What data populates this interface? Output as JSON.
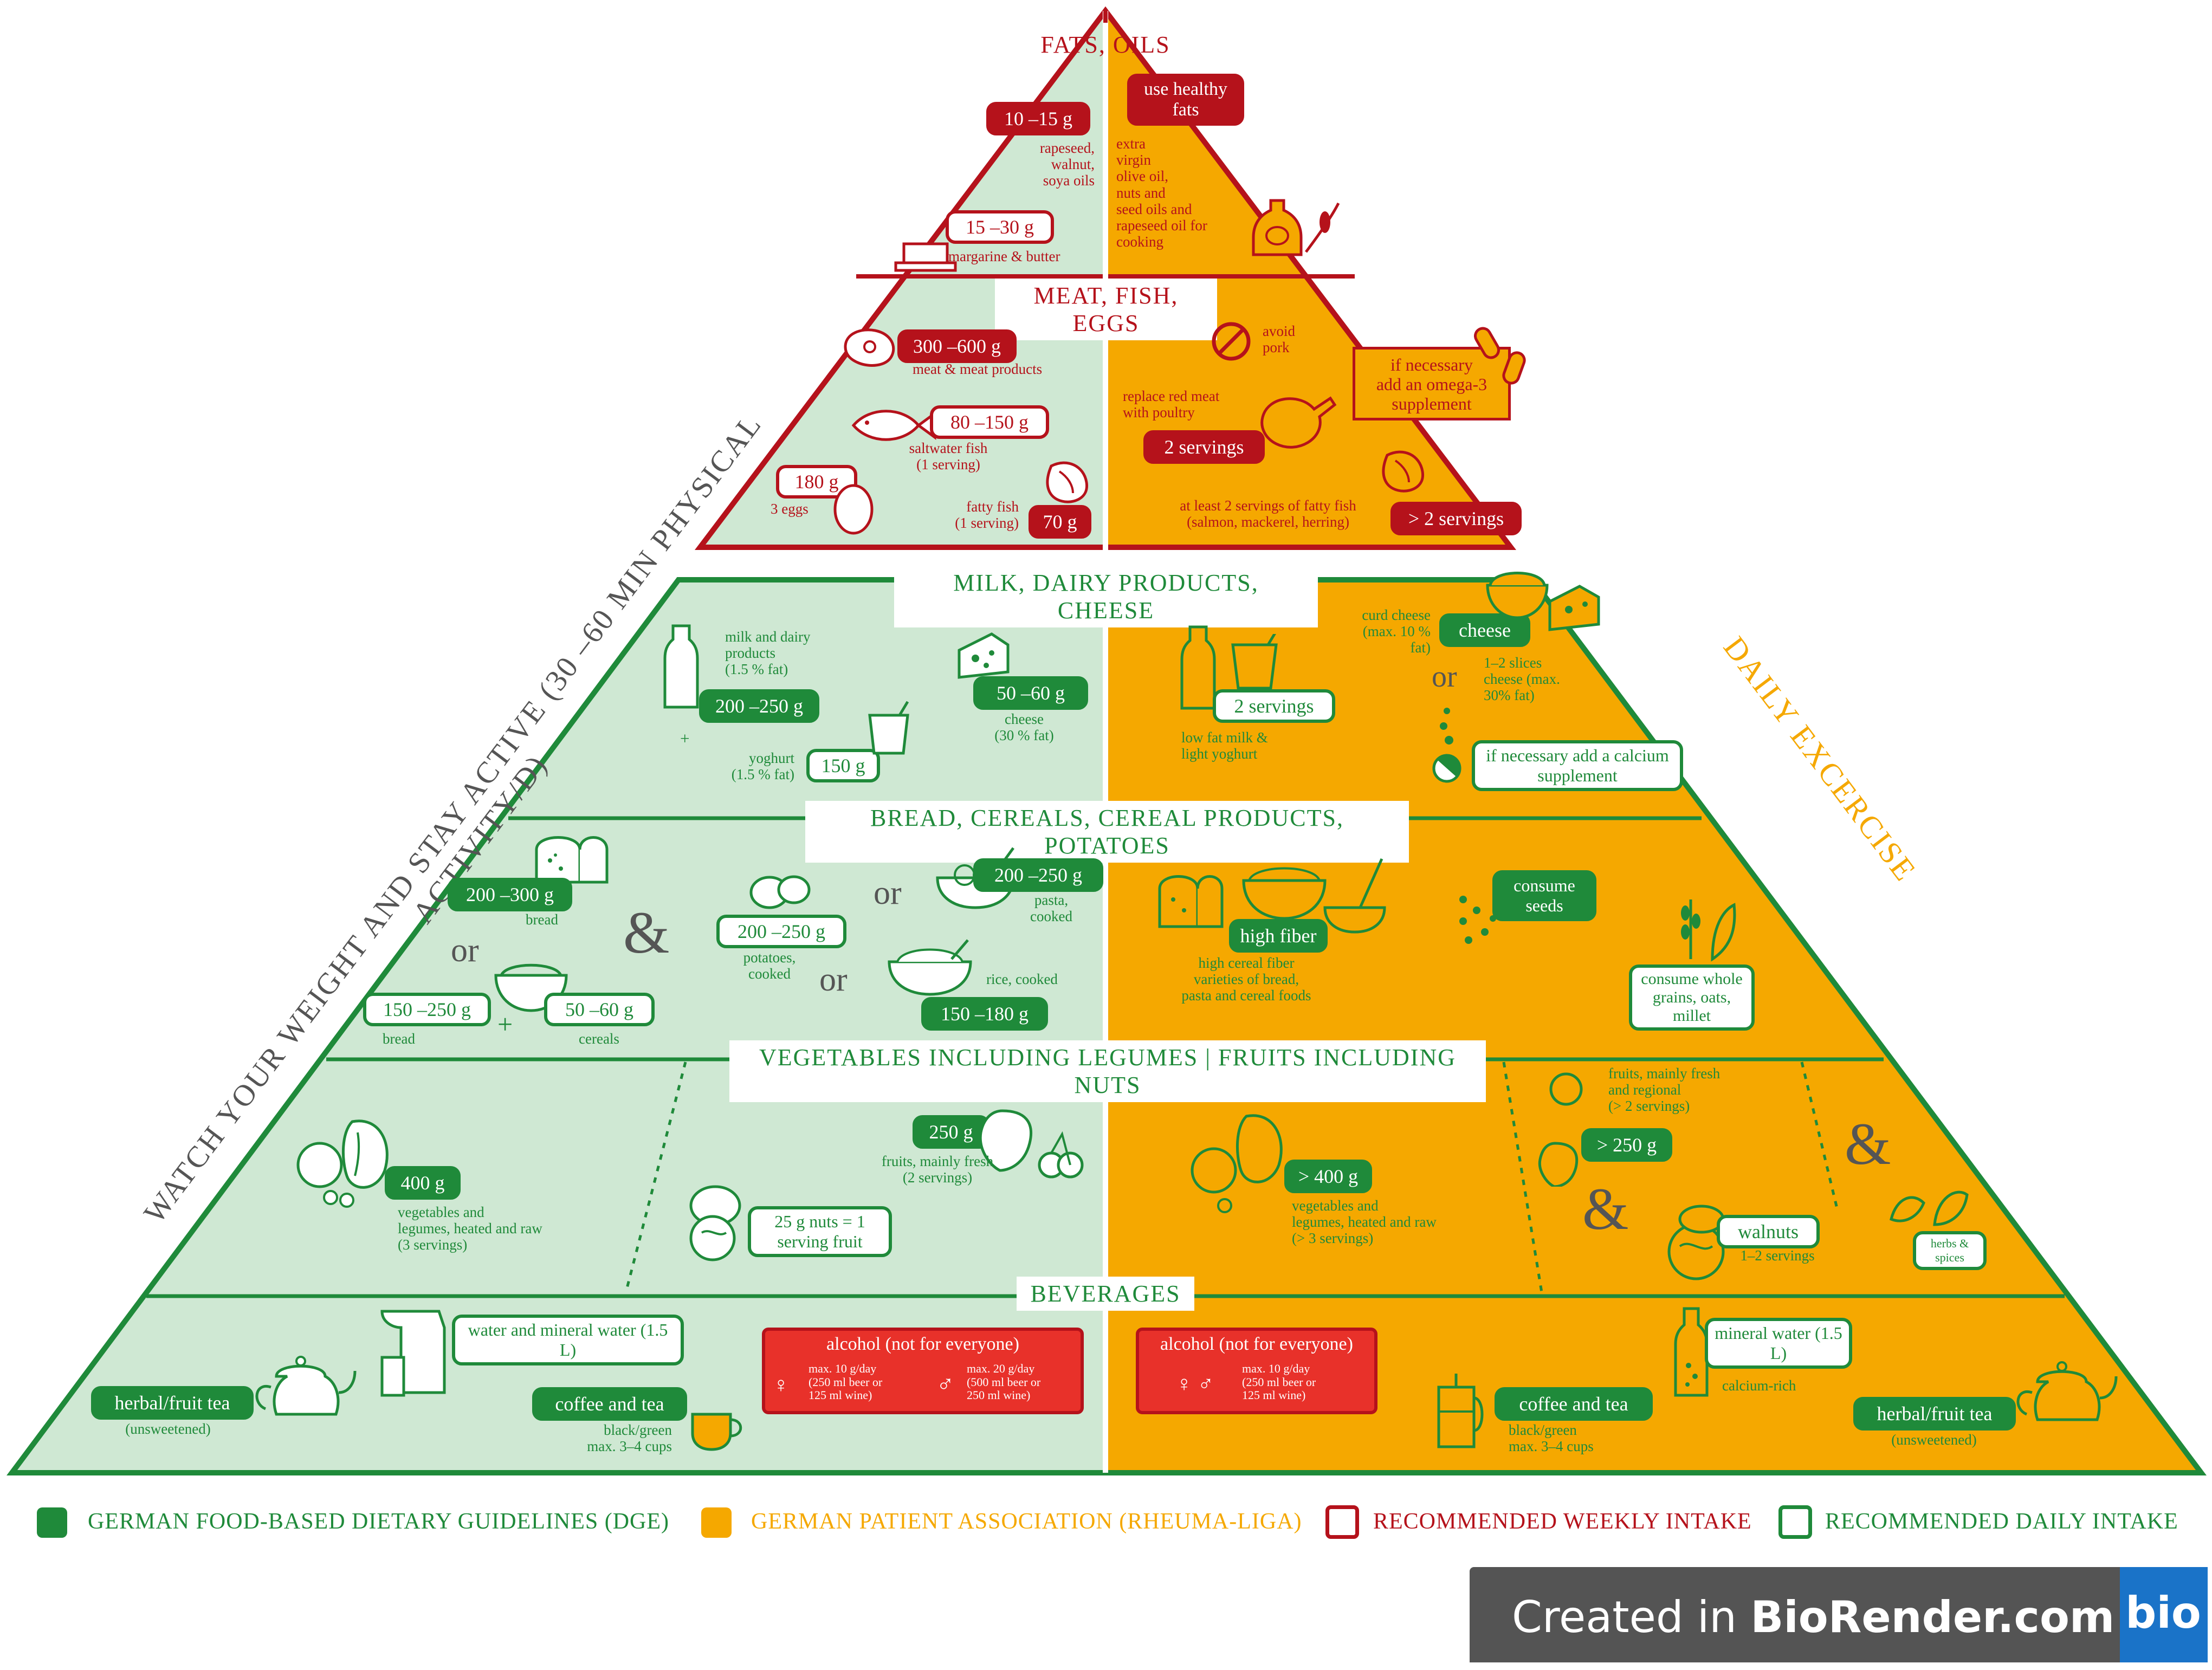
{
  "tiers": {
    "fats": {
      "header": "FATS, OILS",
      "dge_a_amount": "10 –15 g",
      "dge_a_text": "rapeseed,\nwalnut,\nsoya oils",
      "dge_b_amount": "15 –30 g",
      "dge_b_text": "margarine & butter",
      "rl_badge": "use healthy\nfats",
      "rl_text": "extra\nvirgin\nolive oil,\nnuts and\nseed oils and\nrapeseed oil for\ncooking"
    },
    "meat": {
      "header": "MEAT, FISH, EGGS",
      "meat_amount": "300 –600 g",
      "meat_text": "meat & meat products",
      "fish_amount": "80 –150 g",
      "fish_text": "saltwater fish\n(1 serving)",
      "eggs_amount": "180 g",
      "eggs_text": "3 eggs",
      "fatty_text": "fatty fish\n(1 serving)",
      "fatty_amount": "70 g",
      "avoid_text": "avoid\npork",
      "replace_text": "replace red meat\nwith poultry",
      "replace_badge": "2 servings",
      "omega_box": "if necessary\nadd an omega-3\nsupplement",
      "fattyfish_rl_text": "at least 2 servings of fatty fish\n(salmon, mackerel, herring)",
      "fattyfish_rl_badge": "> 2 servings"
    },
    "dairy": {
      "header": "MILK, DAIRY PRODUCTS, CHEESE",
      "milk_text": "milk and dairy\nproducts\n(1.5 % fat)",
      "milk_amount": "200 –250 g",
      "plus": "+",
      "yoghurt_text": "yoghurt\n(1.5 % fat)",
      "yoghurt_amount": "150 g",
      "cheese_amount": "50 –60 g",
      "cheese_text": "cheese\n(30 % fat)",
      "rl_servings": "2 servings",
      "rl_lowfat": "low fat milk &\nlight yoghurt",
      "curd_text": "curd cheese\n(max. 10 %\nfat)",
      "cheese_badge": "cheese",
      "or": "or",
      "slices_text": "1–2 slices\ncheese (max.\n30% fat)",
      "calcium_box": "if necessary add a\ncalcium supplement"
    },
    "bread": {
      "header": "BREAD, CEREALS, CEREAL PRODUCTS, POTATOES",
      "bread_amount": "200 –300 g",
      "bread_text": "bread",
      "or1": "or",
      "amp": "&",
      "bread2_amount": "150 –250 g",
      "bread2_text": "bread",
      "plus": "+",
      "cereals_amount": "50 –60 g",
      "cereals_text": "cereals",
      "potatoes_amount": "200 –250 g",
      "potatoes_text": "potatoes,\ncooked",
      "or2": "or",
      "or3": "or",
      "pasta_amount": "200 –250 g",
      "pasta_text": "pasta,\ncooked",
      "rice_text": "rice, cooked",
      "rice_amount": "150 –180 g",
      "highfiber_badge": "high fiber",
      "highfiber_text": "high cereal fiber\nvarieties of bread,\npasta and cereal foods",
      "seeds_badge": "consume\nseeds",
      "wholegrain_box": "consume\nwhole grains,\noats, millet"
    },
    "veg": {
      "header": "VEGETABLES INCLUDING LEGUMES | FRUITS INCLUDING NUTS",
      "veg_amount": "400 g",
      "veg_text": "vegetables and\nlegumes, heated and raw\n(3 servings)",
      "fruit_amount": "250 g",
      "fruit_text": "fruits, mainly fresh\n(2 servings)",
      "nuts_box": "25 g nuts\n= 1 serving fruit",
      "rl_veg_amount": "> 400 g",
      "rl_veg_text": "vegetables and\nlegumes, heated and raw\n(> 3 servings)",
      "rl_fruit_text": "fruits, mainly fresh\nand regional\n(> 2 servings)",
      "rl_fruit_amount": "> 250 g",
      "amp1": "&",
      "amp2": "&",
      "walnuts_badge": "walnuts",
      "walnuts_text": "1–2 servings",
      "herbs_box": "herbs &\nspices"
    },
    "bev": {
      "header": "BEVERAGES",
      "water_box": "water and mineral water\n(1.5 L)",
      "herbal_badge": "herbal/fruit tea",
      "unsweet": "(unsweetened)",
      "coffee_badge": "coffee and tea",
      "coffee_text": "black/green\nmax. 3–4 cups",
      "alc_title": "alcohol (not for everyone)",
      "alc_female": "max. 10 g/day\n(250 ml beer or\n125 ml wine)",
      "alc_male": "max. 20 g/day\n(500 ml beer or\n250 ml wine)",
      "rl_alc_title": "alcohol (not for everyone)",
      "rl_alc_text": "max. 10 g/day\n(250 ml beer or\n125 ml wine)",
      "rl_coffee_badge": "coffee and tea",
      "rl_coffee_text": "black/green\nmax. 3–4 cups",
      "rl_mineral_box": "mineral water\n(1.5 L)",
      "rl_calcium_text": "calcium-rich",
      "rl_herbal_badge": "herbal/fruit tea",
      "rl_unsweet": "(unsweetened)"
    }
  },
  "side_labels": {
    "left": "WATCH YOUR WEIGHT AND STAY ACTIVE (30 –60 MIN PHYSICAL ACTIVITY/D)",
    "right": "DAILY EXCERCISE"
  },
  "legend": [
    {
      "label": "GERMAN FOOD-BASED DIETARY GUIDELINES (DGE)",
      "color": "#1f8a3a",
      "style": "filled"
    },
    {
      "label": "GERMAN PATIENT ASSOCIATION (RHEUMA-LIGA)",
      "color": "#f5a800",
      "style": "filled"
    },
    {
      "label": "RECOMMENDED WEEKLY INTAKE",
      "color": "#b5121b",
      "style": "outline"
    },
    {
      "label": "RECOMMENDED DAILY INTAKE",
      "color": "#1f8a3a",
      "style": "outline"
    }
  ],
  "branding": {
    "prefix": "Created in ",
    "name": "BioRender.com",
    "logo": "bio"
  },
  "colors": {
    "dge_light": "#cfe8d3",
    "dge": "#1f8a3a",
    "rheuma": "#f5a800",
    "weekly": "#b5121b",
    "alcohol": "#e8312a"
  }
}
